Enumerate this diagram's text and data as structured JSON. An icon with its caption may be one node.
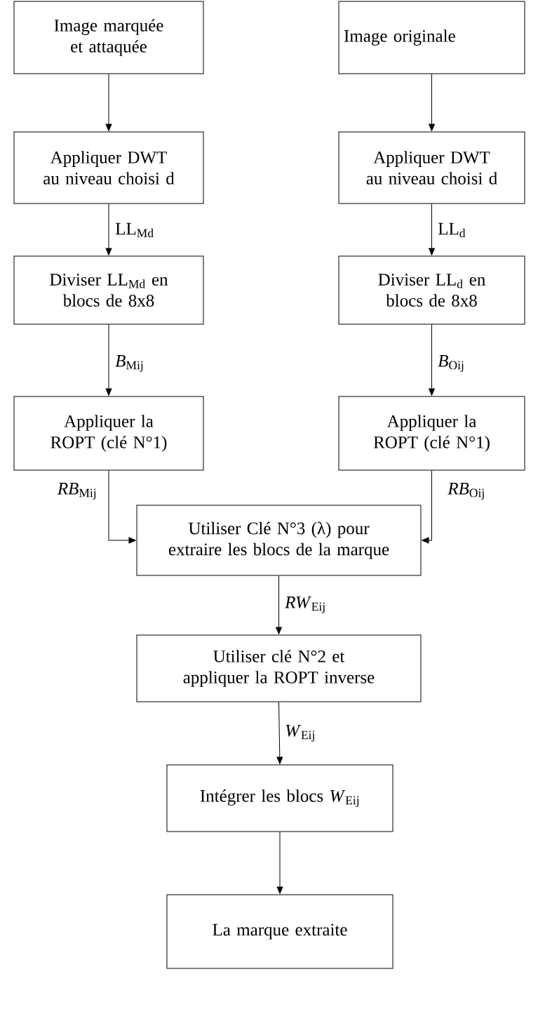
{
  "diagram": {
    "nodes": [
      {
        "text": [
          "Image marquée et attaquée"
        ]
      },
      {
        "text": [
          "Image originale"
        ]
      },
      {
        "text": [
          "Appliquer DWT au niveau choisi d"
        ]
      },
      {
        "text": [
          "Appliquer DWT au niveau choisi d"
        ]
      },
      {
        "text": [
          "Diviser LL$_{Md}$ en blocs de 8x8"
        ]
      },
      {
        "text": [
          "Diviser LL$_{d}$ en blocs de 8x8"
        ]
      },
      {
        "text": [
          "Appliquer la ROPT  (clé N°1)"
        ]
      },
      {
        "text": [
          "Appliquer la ROPT  (clé N°1)"
        ]
      },
      {
        "text": [
          "Utiliser Clé N°3 (λ) pour extraire les blocs de la marque"
        ]
      },
      {
        "text": [
          "Utiliser clé N°2 et appliquer la ROPT  inverse"
        ]
      },
      {
        "text": [
          "Intégrer les blocs *W*$_{Eij}$"
        ]
      },
      {
        "text": [
          "La marque extraite"
        ]
      }
    ],
    "edges": [
      {
        "from": 0,
        "to": 2,
        "arrow": "to"
      },
      {
        "from": 1,
        "to": 3,
        "arrow": "to"
      },
      {
        "from": 2,
        "to": 4,
        "arrow": "to",
        "label": "LL$_{Md}$"
      },
      {
        "from": 3,
        "to": 5,
        "arrow": "to",
        "label": "LL$_{d}$"
      },
      {
        "from": 4,
        "to": 6,
        "arrow": "to",
        "label": "*B*$_{Mij}$"
      },
      {
        "from": 5,
        "to": 7,
        "arrow": "to",
        "label": "*B*$_{Oij}$"
      },
      {
        "from": 6,
        "to": 8,
        "arrow": "to",
        "label": "*RB*$_{Mij}$"
      },
      {
        "from": 7,
        "to": 8,
        "arrow": "to",
        "label": "*RB*$_{Oij}$"
      },
      {
        "from": 8,
        "to": 9,
        "arrow": "to",
        "label": "*RW*$_{Eij}$"
      },
      {
        "from": 9,
        "to": 10,
        "arrow": "to",
        "label": "*W*$_{Eij}$"
      },
      {
        "from": 10,
        "to": 11,
        "arrow": "to"
      }
    ]
  }
}
